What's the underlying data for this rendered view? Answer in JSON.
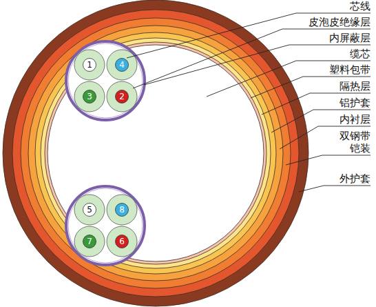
{
  "diagram": {
    "nodes": [
      {
        "text": [
          "1"
        ]
      },
      {
        "text": [
          "4"
        ]
      },
      {
        "text": [
          "3"
        ]
      },
      {
        "text": [
          "2"
        ]
      },
      {
        "text": [
          "5"
        ]
      },
      {
        "text": [
          "8"
        ]
      },
      {
        "text": [
          "7"
        ]
      },
      {
        "text": [
          "6"
        ]
      }
    ],
    "labels": [
      "芯线",
      "皮泡皮绝缘层",
      "内屏蔽层",
      "缆芯",
      "塑料包带",
      "隔热层",
      "铝护套",
      "内衬层",
      "双钢带 铠装",
      "外护套"
    ]
  }
}
